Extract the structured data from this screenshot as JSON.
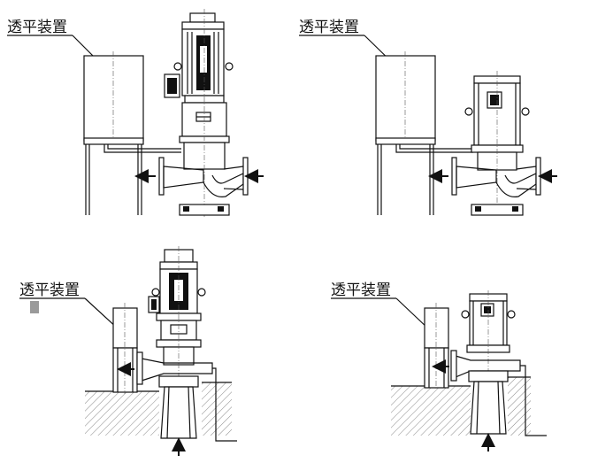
{
  "labels": {
    "top_left": "透平装置",
    "top_right": "透平装置",
    "bottom_left": "透平装置",
    "bottom_right": "透平装置"
  }
}
